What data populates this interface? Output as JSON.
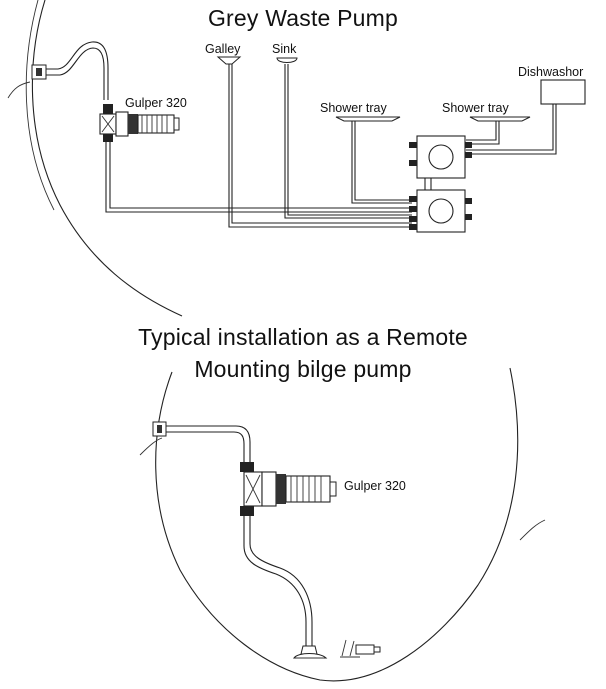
{
  "diagram1": {
    "title": "Grey Waste Pump",
    "labels": {
      "pump": "Gulper 320",
      "galley": "Galley",
      "sink": "Sink",
      "shower_tray_1": "Shower tray",
      "shower_tray_2": "Shower tray",
      "dishwasher": "Dishwashor"
    }
  },
  "diagram2": {
    "title_line1": "Typical installation as a Remote",
    "title_line2": "Mounting bilge pump",
    "labels": {
      "pump": "Gulper 320"
    }
  },
  "colors": {
    "line": "#222222",
    "background": "#ffffff"
  }
}
